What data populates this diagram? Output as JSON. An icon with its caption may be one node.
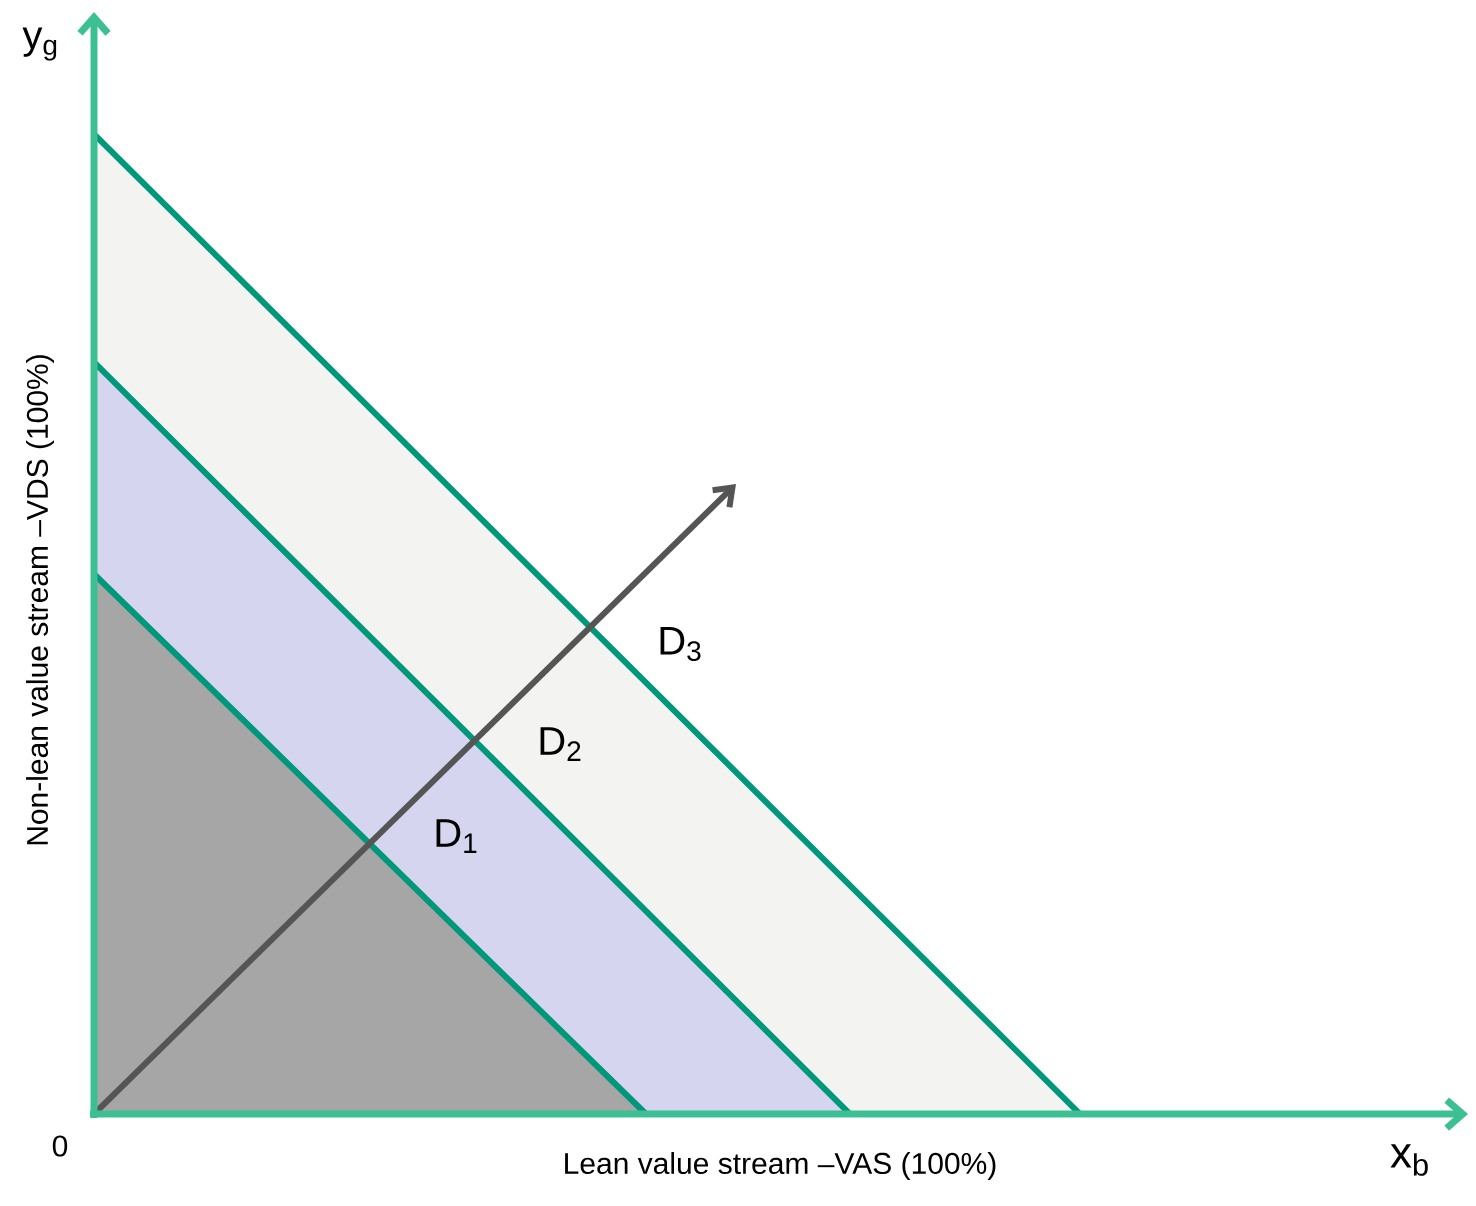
{
  "diagram": {
    "labels": [
      "y$_{g}$",
      "Non-lean value stream –VDS (100%)",
      "0",
      "Lean value stream –VAS (100%)",
      "x$_{b}$",
      "D$_{3}$",
      "D$_{2}$",
      "D$_{1}$"
    ]
  }
}
